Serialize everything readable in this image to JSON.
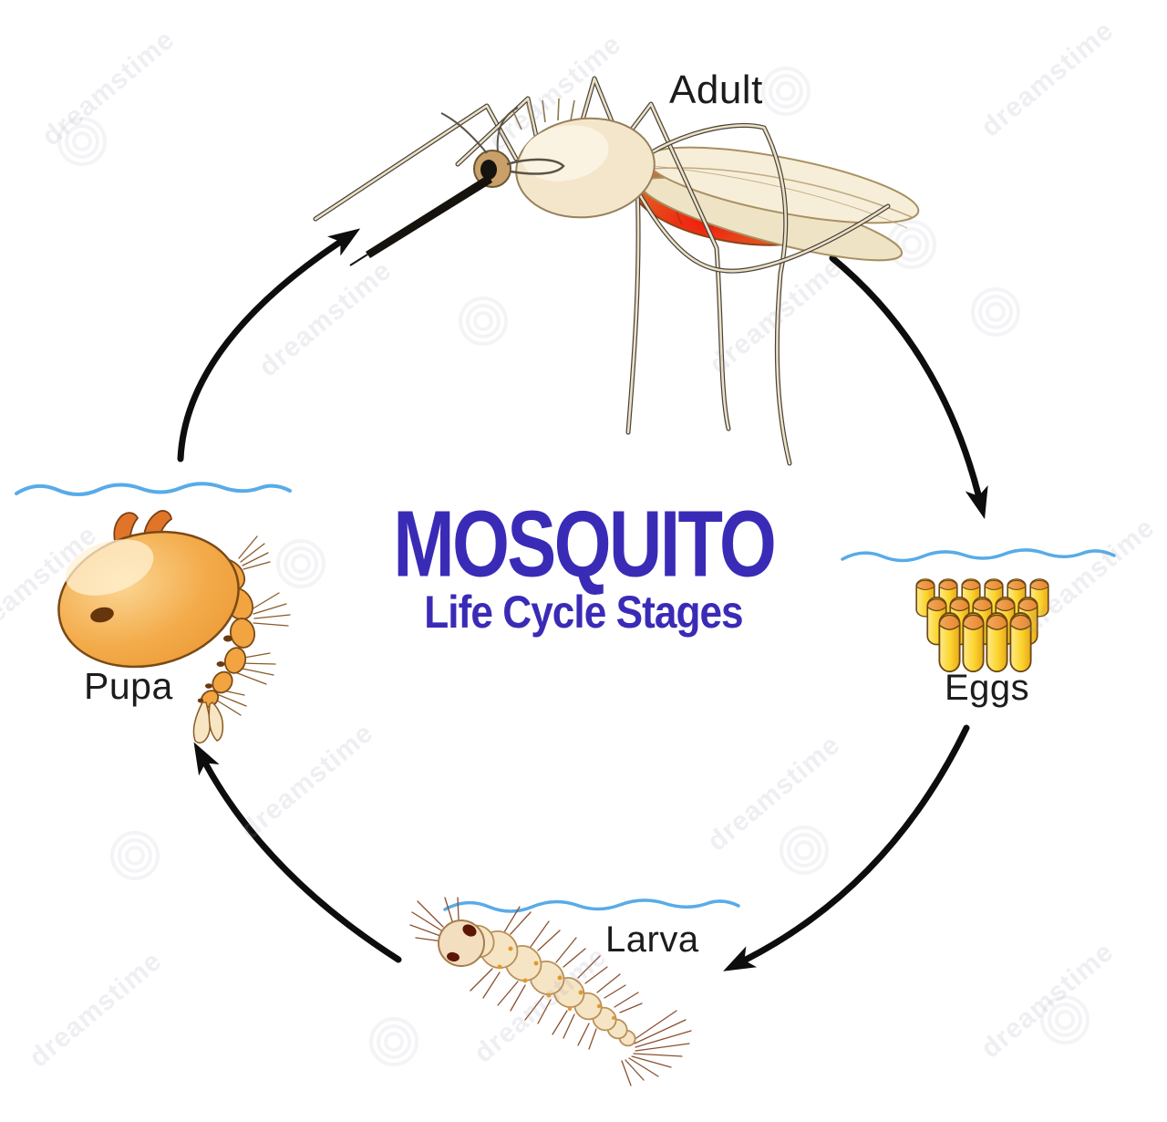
{
  "title": {
    "text": "MOSQUITO",
    "subtitle": "Life Cycle Stages",
    "color": "#3a2bb7"
  },
  "stages": [
    {
      "name": "adult",
      "label": "Adult"
    },
    {
      "name": "eggs",
      "label": "Eggs"
    },
    {
      "name": "larva",
      "label": "Larva"
    },
    {
      "name": "pupa",
      "label": "Pupa"
    }
  ],
  "cycle_arrows": [
    {
      "from": "pupa",
      "to": "adult"
    },
    {
      "from": "adult",
      "to": "eggs"
    },
    {
      "from": "eggs",
      "to": "larva"
    },
    {
      "from": "larva",
      "to": "pupa"
    }
  ],
  "watermark": {
    "text": "dreamstime"
  },
  "palette": {
    "title_blue": "#3a2bb7",
    "label_black": "#1c1c1c",
    "water_blue": "#58abe8",
    "arrow_black": "#0d0d0d",
    "egg_yellow": "#fbd42c",
    "egg_cap_orange": "#e8862e",
    "pupa_orange": "#f3ab4a",
    "larva_cream": "#f6e5c4",
    "adult_body_cream": "#f4e6ca",
    "abdomen_red": "#e8301a"
  }
}
